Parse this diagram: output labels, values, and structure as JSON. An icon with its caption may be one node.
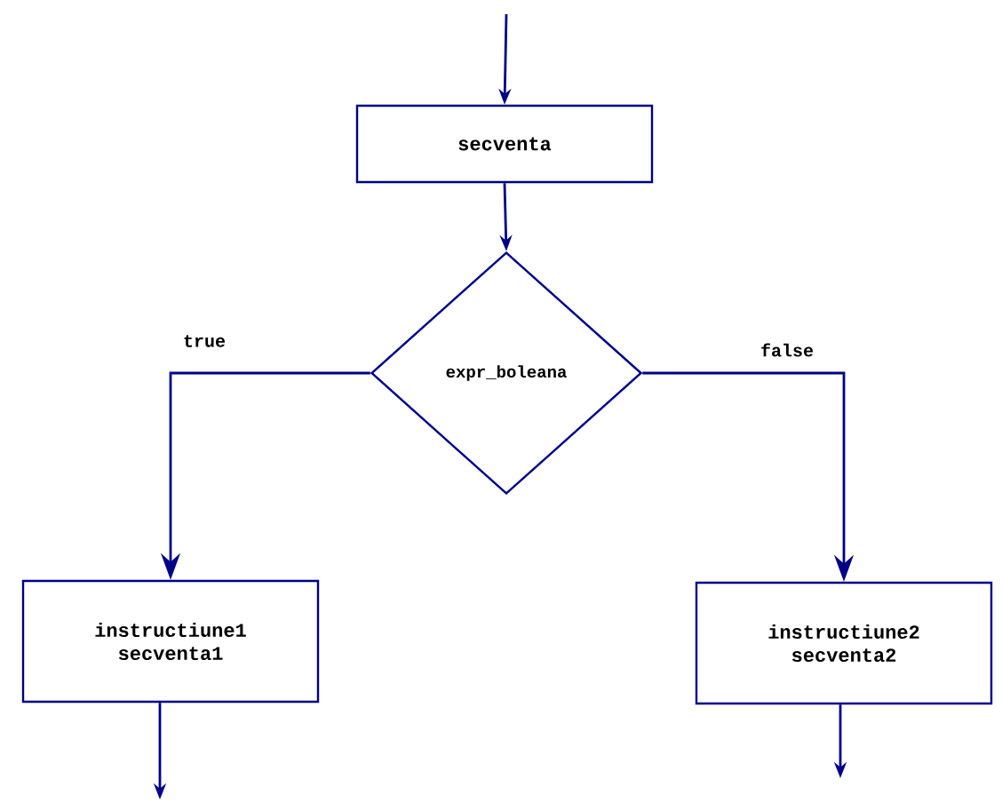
{
  "diagram": {
    "nodes": [
      {
        "text": [
          "secventa"
        ]
      },
      {
        "text": [
          "expr_boleana"
        ]
      },
      {
        "text": [
          "instructiune1 secventa1"
        ]
      },
      {
        "text": [
          "instructiune2 secventa2"
        ]
      }
    ],
    "edges": [
      {
        "from": null,
        "to": 0,
        "arrow": "to"
      },
      {
        "from": 0,
        "to": 1,
        "arrow": "to"
      },
      {
        "from": 1,
        "to": 2,
        "arrow": "to",
        "label": "true"
      },
      {
        "from": 1,
        "to": 3,
        "arrow": "to",
        "label": "false"
      },
      {
        "from": 2,
        "to": null,
        "arrow": "to"
      },
      {
        "from": 3,
        "to": null,
        "arrow": "to"
      }
    ]
  }
}
